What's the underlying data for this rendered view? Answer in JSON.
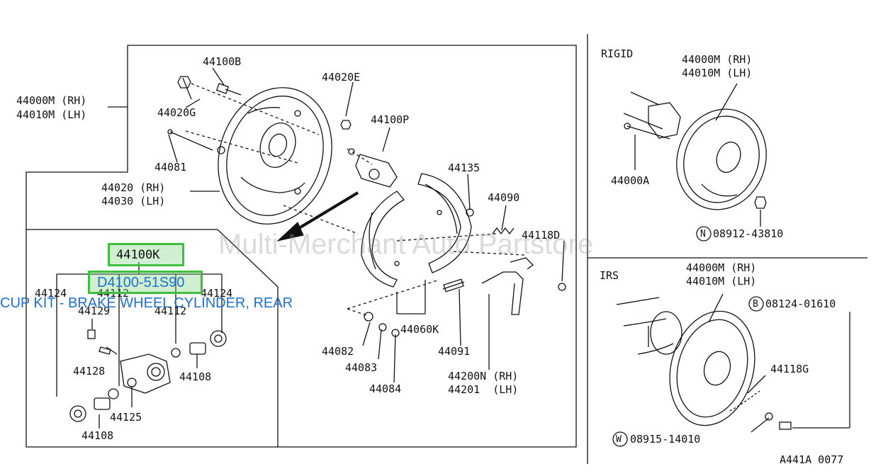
{
  "colors": {
    "line": "#111111",
    "hotspot_border": "#3fbf3f",
    "hotspot_fill": "#b9e8b9",
    "link_text": "#1e6fd0",
    "watermark": "#aaaaaa"
  },
  "watermark": "Multi-Merchant Auto Partstore",
  "hotspots": [
    {
      "label": "44100K"
    },
    {
      "label": "D4100-51S90"
    }
  ],
  "tooltip": "CUP KIT - BRAKE WHEEL CYLINDER, REAR",
  "main": {
    "l_44100B": "44100B",
    "l_44020E": "44020E",
    "l_44000M": "44000M (RH)",
    "l_44010M": "44010M (LH)",
    "l_44020G": "44020G",
    "l_44100P": "44100P",
    "l_44081": "44081",
    "l_44135": "44135",
    "l_44020": "44020 (RH)",
    "l_44030": "44030 (LH)",
    "l_44090": "44090",
    "l_44118D": "44118D",
    "l_44082": "44082",
    "l_44060K": "44060K",
    "l_44091": "44091",
    "l_44083": "44083",
    "l_44200N": "44200N (RH)",
    "l_44201": "44201  (LH)",
    "l_44084": "44084"
  },
  "inset": {
    "l_44124a": "44124",
    "l_44112a": "44112",
    "l_44124b": "44124",
    "l_44129": "44129",
    "l_44112b": "44112",
    "l_44128": "44128",
    "l_44108a": "44108",
    "l_44125": "44125",
    "l_44108b": "44108"
  },
  "rigid": {
    "title": "RIGID",
    "l_44000M": "44000M (RH)",
    "l_44010M": "44010M (LH)",
    "l_44000A": "44000A",
    "nut_prefix": "N",
    "nut_part": "08912-43810"
  },
  "irs": {
    "title": "IRS",
    "l_44000M": "44000M (RH)",
    "l_44010M": "44010M (LH)",
    "bolt_prefix": "B",
    "bolt_part": "08124-01610",
    "l_44118G": "44118G",
    "washer_prefix": "W",
    "washer_part": "08915-14010"
  },
  "footer_code": "A441A 0077"
}
